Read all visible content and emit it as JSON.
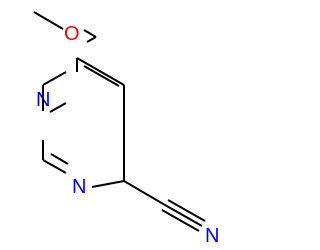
{
  "molecule": {
    "atoms": {
      "oxygen": "O",
      "nitrogen_1": "N",
      "nitrogen_3": "N",
      "nitrile_nitrogen": "N"
    },
    "colors": {
      "bond": "#000000",
      "oxygen": "#ff0000",
      "nitrogen": "#0000ff"
    }
  }
}
